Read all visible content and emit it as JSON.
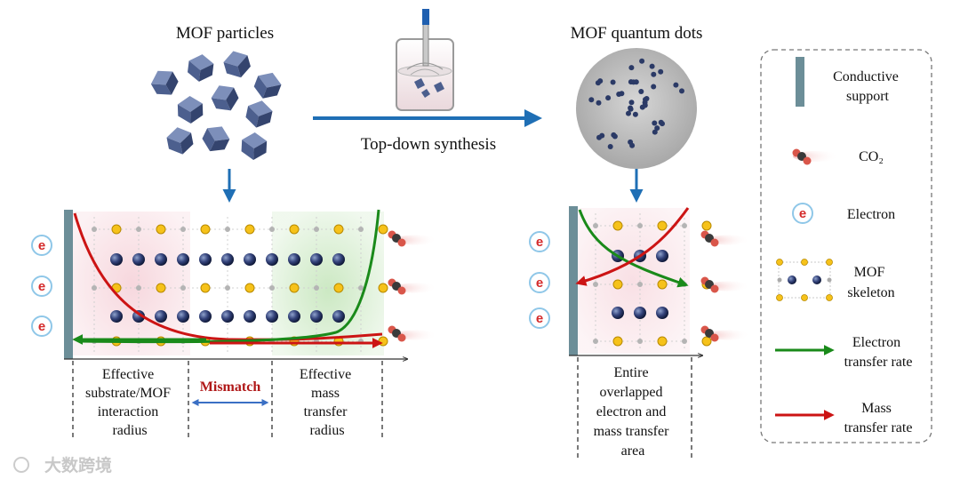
{
  "headings": {
    "mof_particles": "MOF particles",
    "mof_quantum_dots": "MOF quantum dots",
    "synthesis": "Top-down synthesis"
  },
  "left_regions": {
    "interaction": [
      "Effective",
      "substrate/MOF",
      "interaction",
      "radius"
    ],
    "mismatch": "Mismatch",
    "mass": [
      "Effective",
      "mass",
      "transfer",
      "radius"
    ]
  },
  "right_region": [
    "Entire",
    "overlapped",
    "electron and",
    "mass transfer",
    "area"
  ],
  "electron_symbol": "e",
  "legend": {
    "items": [
      {
        "key": "conductive",
        "lines": [
          "Conductive",
          "support"
        ]
      },
      {
        "key": "co2",
        "lines": [
          "CO₂"
        ]
      },
      {
        "key": "electron",
        "lines": [
          "Electron"
        ]
      },
      {
        "key": "mof",
        "lines": [
          "MOF",
          "skeleton"
        ]
      },
      {
        "key": "electron_rate",
        "lines": [
          "Electron",
          "transfer rate"
        ]
      },
      {
        "key": "mass_rate",
        "lines": [
          "Mass",
          "transfer rate"
        ]
      }
    ]
  },
  "watermark": "大数跨境",
  "colors": {
    "support": "#6c8e98",
    "arrow_blue": "#1f6fb5",
    "electron_green": "#1a8a1a",
    "mass_red": "#cc1414",
    "node_yellow": "#f6c21a",
    "sphere_navy": "#2b3a66",
    "dot_gray": "#aaaaaa",
    "cube": "#4c5f8e"
  }
}
